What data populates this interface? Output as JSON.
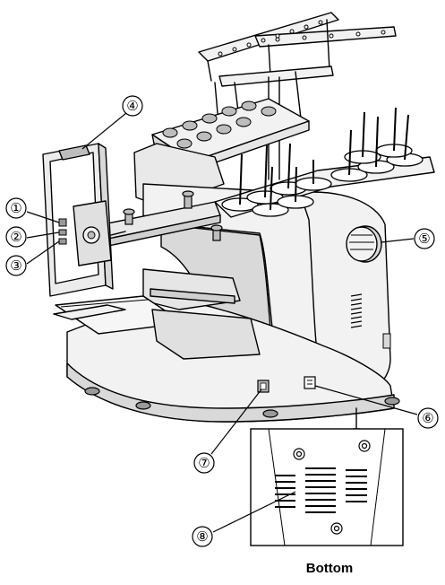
{
  "callouts": [
    {
      "id": "1",
      "label": "①"
    },
    {
      "id": "2",
      "label": "②"
    },
    {
      "id": "3",
      "label": "③"
    },
    {
      "id": "4",
      "label": "④"
    },
    {
      "id": "5",
      "label": "⑤"
    },
    {
      "id": "6",
      "label": "⑥"
    },
    {
      "id": "7",
      "label": "⑦"
    },
    {
      "id": "8",
      "label": "⑧"
    }
  ],
  "inset": {
    "caption": "Bottom"
  },
  "colors": {
    "line": "#000000",
    "body": "#f2f2f2",
    "shadow": "#d9d9d9",
    "dark": "#9a9a9a",
    "panel": "#ececec"
  }
}
